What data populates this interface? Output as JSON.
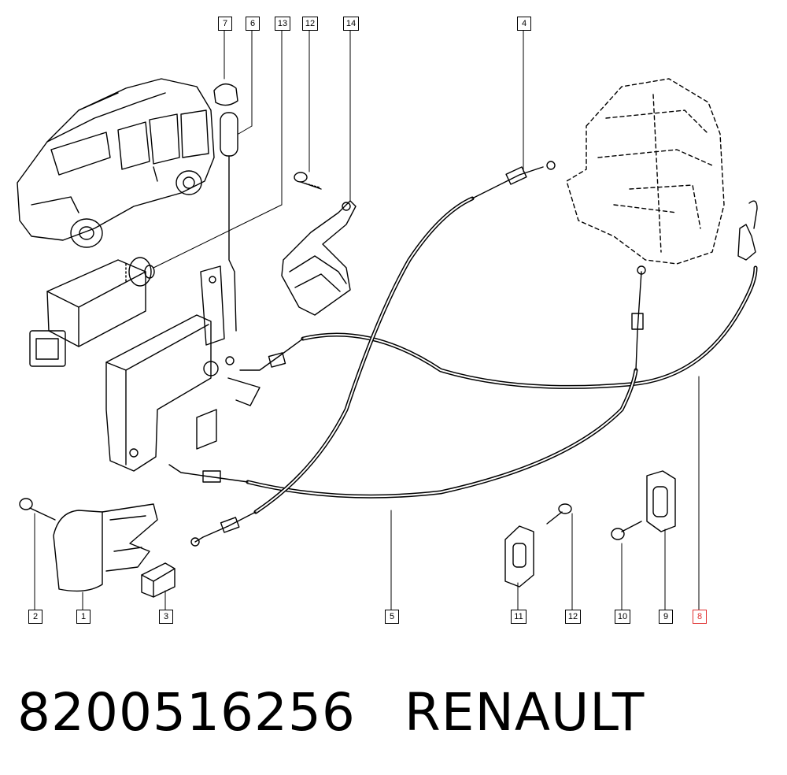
{
  "callouts": [
    {
      "label": "7"
    },
    {
      "label": "6"
    },
    {
      "label": "13"
    },
    {
      "label": "12"
    },
    {
      "label": "14"
    },
    {
      "label": "4"
    },
    {
      "label": "2"
    },
    {
      "label": "1"
    },
    {
      "label": "3"
    },
    {
      "label": "5"
    },
    {
      "label": "11"
    },
    {
      "label": "12"
    },
    {
      "label": "10"
    },
    {
      "label": "9"
    },
    {
      "label": "8"
    }
  ],
  "highlight_color": "#e03030",
  "footer": {
    "part_number": "8200516256",
    "brand": "RENAULT"
  }
}
